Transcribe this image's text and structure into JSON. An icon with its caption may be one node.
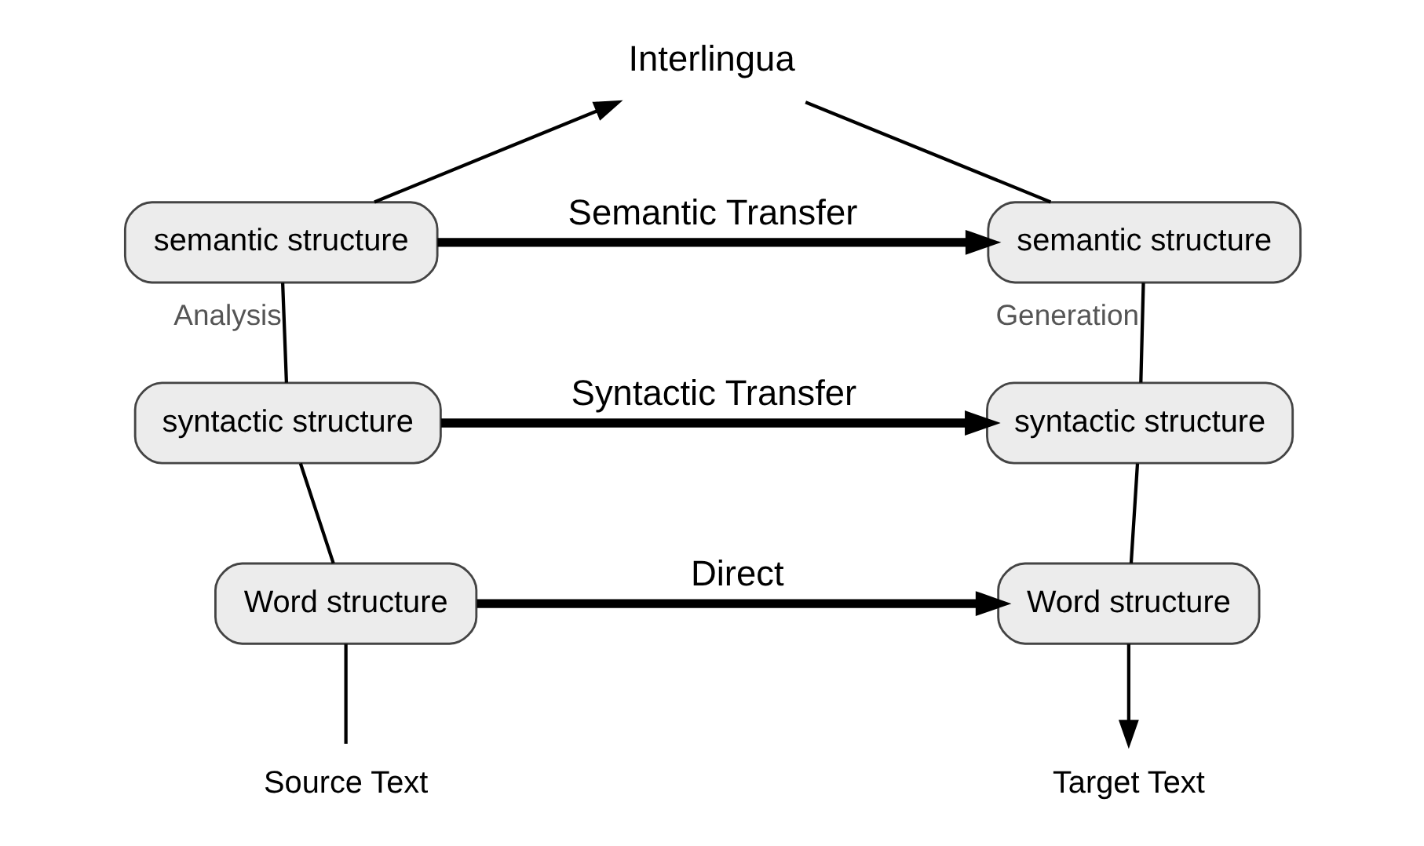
{
  "diagram": {
    "nodes": [
      {
        "text": [
          "Interlingua"
        ]
      },
      {
        "text": [
          "semantic structure"
        ]
      },
      {
        "text": [
          "semantic structure"
        ]
      },
      {
        "text": [
          "syntactic structure"
        ]
      },
      {
        "text": [
          "syntactic structure"
        ]
      },
      {
        "text": [
          "Word structure"
        ]
      },
      {
        "text": [
          "Word structure"
        ]
      },
      {
        "text": [
          "Source Text"
        ]
      },
      {
        "text": [
          "Target Text"
        ]
      }
    ],
    "edges": [
      {
        "from": 7,
        "to": 5,
        "arrow": "none"
      },
      {
        "from": 5,
        "to": 3,
        "arrow": "none"
      },
      {
        "from": 3,
        "to": 1,
        "arrow": "none",
        "label": "Analysis"
      },
      {
        "from": 1,
        "to": 0,
        "arrow": "to"
      },
      {
        "from": 0,
        "to": 2,
        "arrow": "none"
      },
      {
        "from": 2,
        "to": 4,
        "arrow": "none",
        "label": "Generation"
      },
      {
        "from": 4,
        "to": 6,
        "arrow": "none"
      },
      {
        "from": 6,
        "to": 8,
        "arrow": "to"
      },
      {
        "from": 1,
        "to": 2,
        "arrow": "to",
        "label": "Semantic Transfer",
        "style": "thick"
      },
      {
        "from": 3,
        "to": 4,
        "arrow": "to",
        "label": "Syntactic Transfer",
        "style": "thick"
      },
      {
        "from": 5,
        "to": 6,
        "arrow": "to",
        "label": "Direct",
        "style": "thick"
      }
    ]
  }
}
